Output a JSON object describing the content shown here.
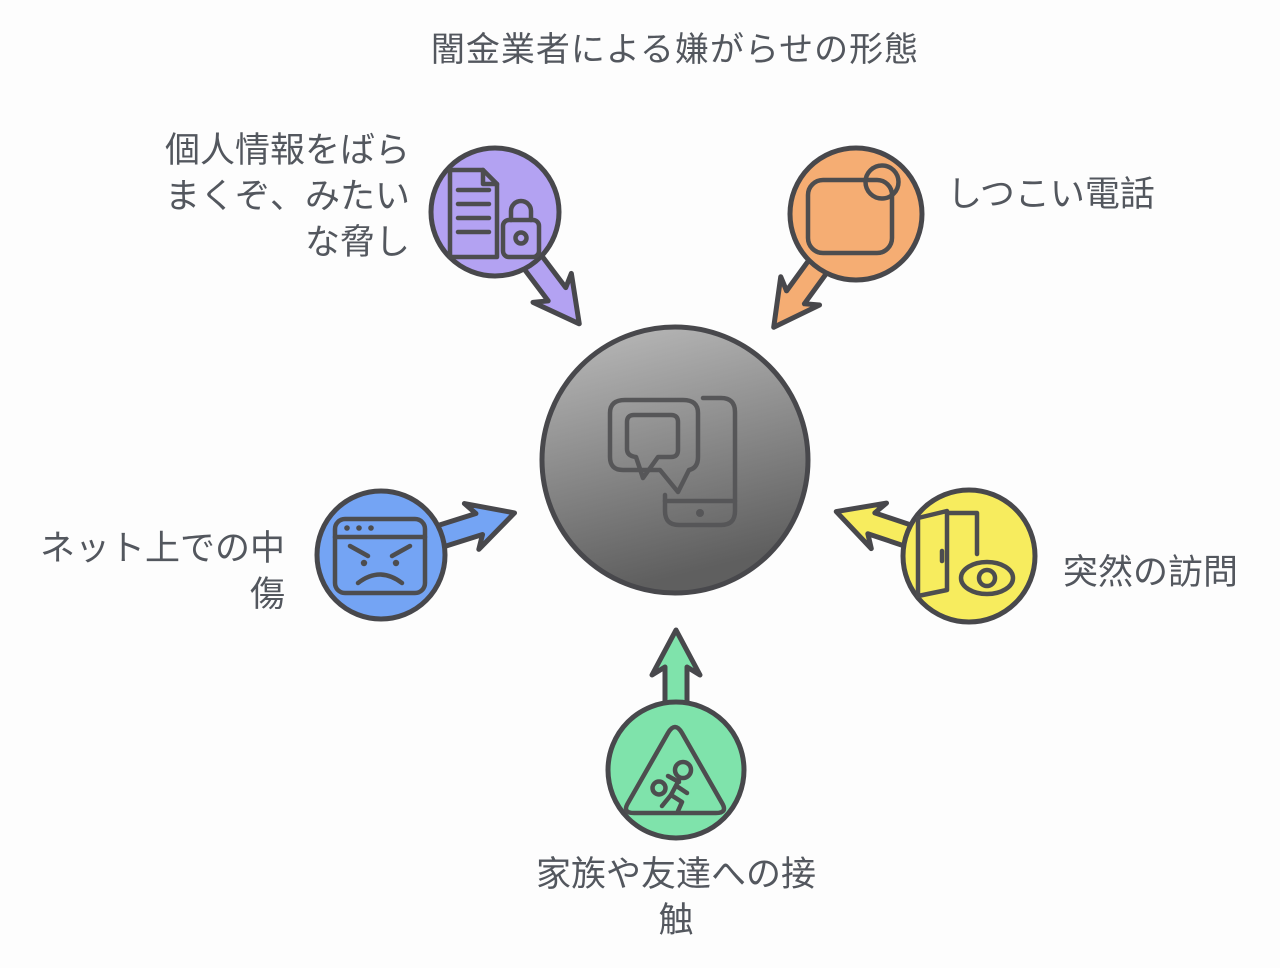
{
  "title": "闇金業者による嫌がらせの形態",
  "center": {
    "icon": "phone-chat-icon",
    "gradient_top": "#bcbcbc",
    "gradient_bottom": "#5f5f5f"
  },
  "nodes": {
    "threat": {
      "label_line1": "個人情報をばら",
      "label_line2": "まくぞ、みたい",
      "label_line3": "な脅し",
      "color": "#b3a2f2",
      "icon": "document-lock-icon"
    },
    "calls": {
      "label": "しつこい電話",
      "color": "#f5ad73",
      "icon": "notification-icon"
    },
    "slander": {
      "label_line1": "ネット上での中",
      "label_line2": "傷",
      "color": "#74a4f4",
      "icon": "angry-browser-icon"
    },
    "visit": {
      "label": "突然の訪問",
      "color": "#f7ec5e",
      "icon": "door-eye-icon"
    },
    "contact": {
      "label_line1": "家族や友達への接",
      "label_line2": "触",
      "color": "#7fe3ab",
      "icon": "warning-runner-icon"
    }
  },
  "stroke_color": "#48484c",
  "text_color": "#53575e",
  "background_color": "#fdfdfd"
}
